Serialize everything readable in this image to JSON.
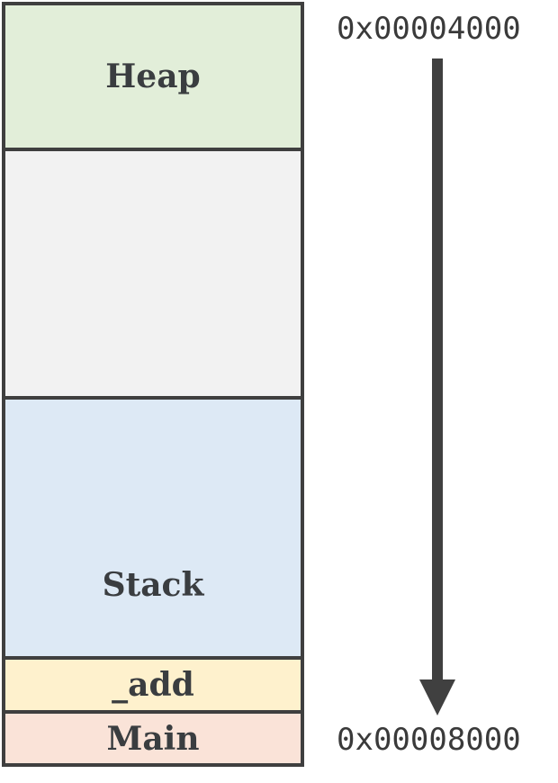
{
  "segments": {
    "heap": "Heap",
    "free": "",
    "stack": "Stack",
    "add": "_add",
    "main": "Main"
  },
  "addresses": {
    "top": "0x00004000",
    "bottom": "0x00008000"
  },
  "colors": {
    "heap": "#e2eed9",
    "free": "#f2f2f2",
    "stack": "#dde9f5",
    "add": "#fef1cd",
    "main": "#fae3d8",
    "border": "#3f3f3f",
    "arrow": "#404040"
  },
  "arrow_direction": "down"
}
